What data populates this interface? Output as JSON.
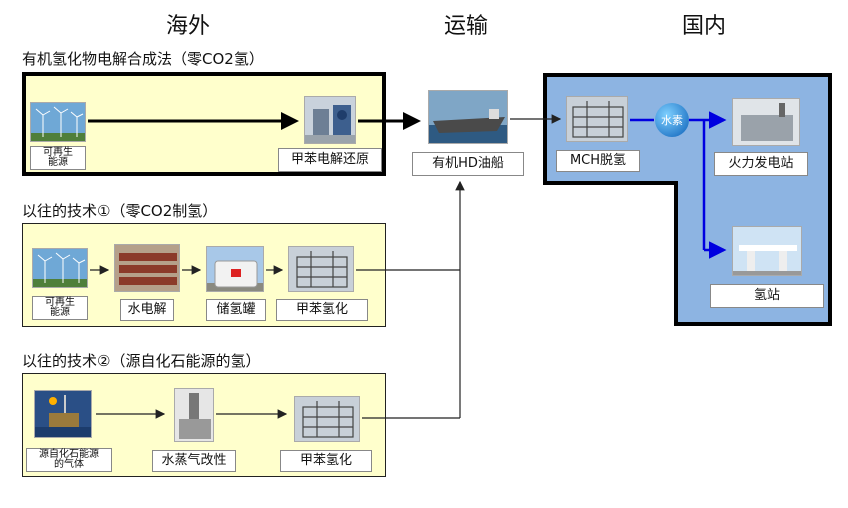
{
  "headers": {
    "overseas": "海外",
    "transport": "运输",
    "domestic": "国内"
  },
  "section1": {
    "title": "有机氢化物电解合成法（零CO2氢）",
    "renewable_label": "可再生\n能源",
    "process_label": "甲苯电解还原"
  },
  "section2": {
    "title": "以往的技术①（零CO2制氢）",
    "renewable_label": "可再生\n能源",
    "electrolysis_label": "水电解",
    "tank_label": "储氢罐",
    "hydrogenation_label": "甲苯氢化"
  },
  "section3": {
    "title": "以往的技术②（源自化石能源的氢）",
    "gas_label": "源自化石能源\n的气体",
    "reforming_label": "水蒸气改性",
    "hydrogenation_label": "甲苯氢化"
  },
  "transport": {
    "ship_label": "有机HD油船"
  },
  "domestic": {
    "mch_label": "MCH脱氢",
    "hydrogen_circle": "水素",
    "power_label": "火力发电站",
    "station_label": "氢站"
  }
}
